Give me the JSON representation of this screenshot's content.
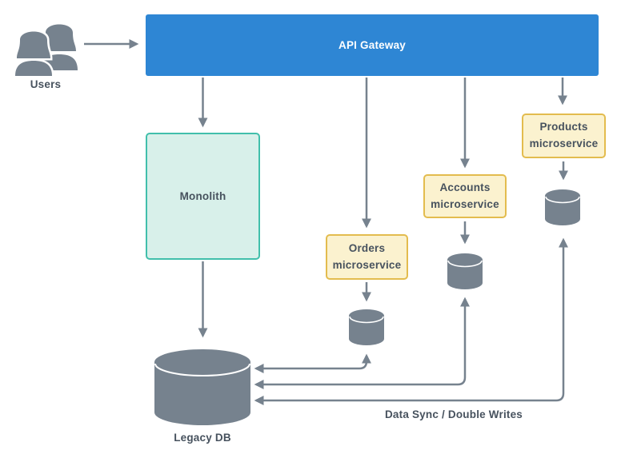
{
  "diagram": {
    "users": {
      "label": "Users"
    },
    "api_gateway": {
      "label": "API Gateway"
    },
    "monolith": {
      "label": "Monolith"
    },
    "services": [
      {
        "name": "orders",
        "label": "Orders microservice"
      },
      {
        "name": "accounts",
        "label": "Accounts microservice"
      },
      {
        "name": "products",
        "label": "Products microservice"
      }
    ],
    "legacy_db": {
      "label": "Legacy DB"
    },
    "sync": {
      "label": "Data Sync / Double Writes"
    },
    "colors": {
      "gateway_blue": "#2E86D4",
      "shape_gray": "#76828E",
      "monolith_fill": "#D8F0EA",
      "monolith_border": "#41BFAB",
      "service_fill": "#FBF2CF",
      "service_border": "#E3BC4E",
      "text": "#47525E"
    }
  }
}
